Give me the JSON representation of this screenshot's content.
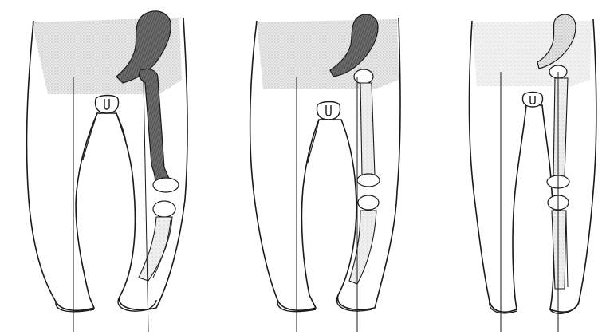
{
  "figure": {
    "panels": [
      {
        "id": "left",
        "kind": "genu-varum-illustration"
      },
      {
        "id": "middle",
        "kind": "genu-valgum-illustration"
      },
      {
        "id": "right",
        "kind": "normal-alignment-illustration"
      }
    ],
    "colors": {
      "ink": "#1a1a1a",
      "skin_shade": "#c9c9c9",
      "bone_dark": "#5a5a5a",
      "bone_light": "#e8e8e8",
      "background": "#ffffff"
    }
  }
}
